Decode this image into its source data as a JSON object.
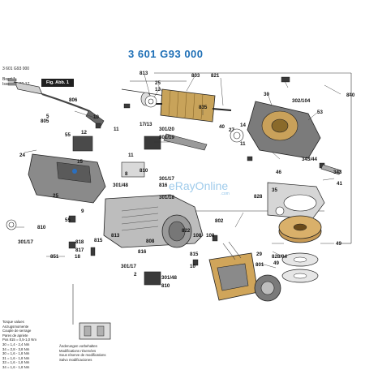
{
  "header": {
    "part_number": "3 601 G93 000",
    "ref_number": "3 601 G93 000",
    "bond_label": "Bond",
    "bond_value": "1",
    "issue_label": "Issue",
    "issue_value": "21-02-17",
    "figure_label": "Fig. Abb. 1"
  },
  "watermark": {
    "text": "eRayOnline",
    "domain": ".com"
  },
  "torque_table": {
    "lines_left": [
      "Torque values",
      "Anzugsmomente",
      "Couple de serrage",
      "Pares de apriete",
      "Pos 815 = 0,5-1,0 Nm",
      "30 = 1,4 - 2,4 Nm",
      "34 = 2,8 - 3,8 Nm",
      "30 = 1,6 - 1,8 Nm",
      "31 = 1,6 - 1,8 Nm",
      "33 = 1,6 - 1,8 Nm",
      "34 = 1,6 - 1,8 Nm"
    ],
    "lines_right": [
      "Änderungen vorbehalten",
      "Modifications réservées",
      "Sous réserve de modifications",
      "Salvo modificaciones"
    ]
  },
  "callouts": [
    {
      "t": "813"
    },
    {
      "t": "803"
    },
    {
      "t": "821"
    },
    {
      "t": "25"
    },
    {
      "t": "13"
    },
    {
      "t": "835"
    },
    {
      "t": "840"
    },
    {
      "t": "30"
    },
    {
      "t": "302/104"
    },
    {
      "t": "53"
    },
    {
      "t": "806"
    },
    {
      "t": "805"
    },
    {
      "t": "5"
    },
    {
      "t": "10"
    },
    {
      "t": "17/13"
    },
    {
      "t": "55"
    },
    {
      "t": "11"
    },
    {
      "t": "11"
    },
    {
      "t": "12"
    },
    {
      "t": "301/20"
    },
    {
      "t": "301/19"
    },
    {
      "t": "40"
    },
    {
      "t": "27"
    },
    {
      "t": "14"
    },
    {
      "t": "11"
    },
    {
      "t": "24"
    },
    {
      "t": "15"
    },
    {
      "t": "8"
    },
    {
      "t": "810"
    },
    {
      "t": "301/17"
    },
    {
      "t": "301/48"
    },
    {
      "t": "816"
    },
    {
      "t": "301/18"
    },
    {
      "t": "35"
    },
    {
      "t": "343/44"
    },
    {
      "t": "46"
    },
    {
      "t": "343"
    },
    {
      "t": "41"
    },
    {
      "t": "828"
    },
    {
      "t": "25"
    },
    {
      "t": "9"
    },
    {
      "t": "55"
    },
    {
      "t": "802"
    },
    {
      "t": "810"
    },
    {
      "t": "301/17"
    },
    {
      "t": "813"
    },
    {
      "t": "822"
    },
    {
      "t": "808"
    },
    {
      "t": "108"
    },
    {
      "t": "108"
    },
    {
      "t": "815"
    },
    {
      "t": "828/04"
    },
    {
      "t": "49"
    },
    {
      "t": "49"
    },
    {
      "t": "818"
    },
    {
      "t": "815"
    },
    {
      "t": "10"
    },
    {
      "t": "817"
    },
    {
      "t": "18"
    },
    {
      "t": "816"
    },
    {
      "t": "851"
    },
    {
      "t": "29"
    },
    {
      "t": "801"
    },
    {
      "t": "301/17"
    },
    {
      "t": "301/48"
    },
    {
      "t": "810"
    },
    {
      "t": "2"
    }
  ]
}
